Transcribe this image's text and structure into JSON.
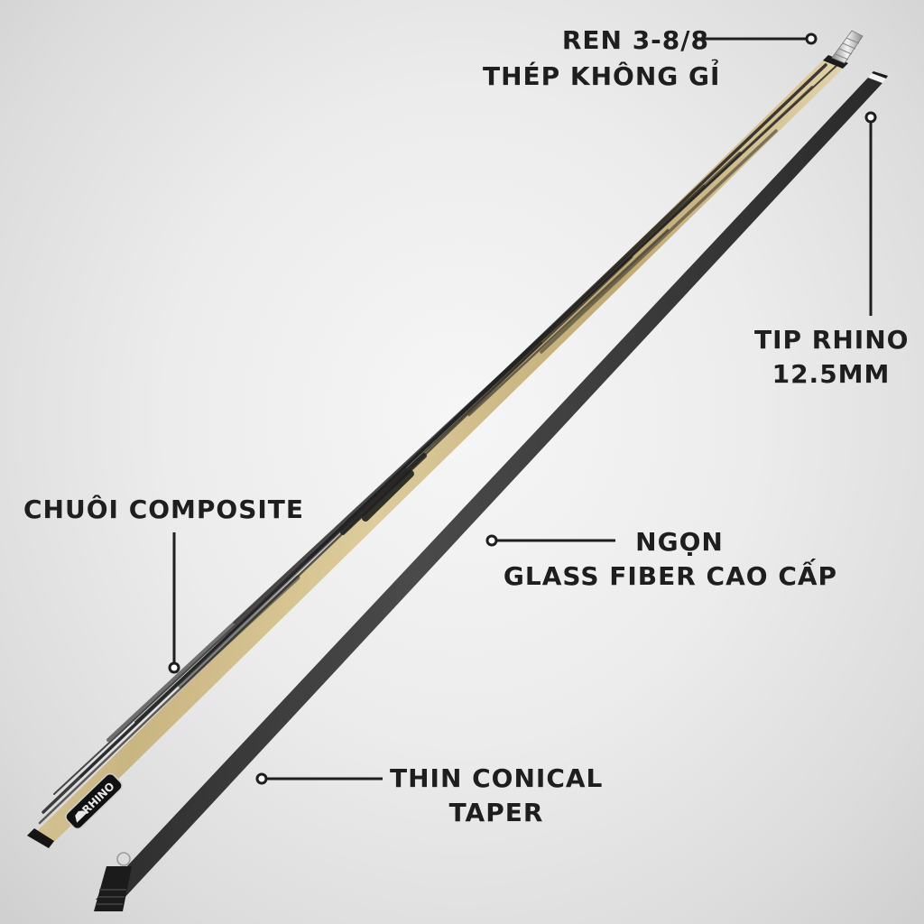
{
  "colors": {
    "background": "#e8e8e8",
    "label_text": "#1e1e1e",
    "butt_wood_light": "#d8c69a",
    "butt_wood_dark": "#2a2a2a",
    "shaft": "#3a3a3a",
    "ferrule": "#f2f2f2"
  },
  "labels": {
    "joint_line1": "REN 3-8/8",
    "joint_line2": "THÉP KHÔNG GỈ",
    "tip_line1": "TIP RHINO",
    "tip_line2": "12.5MM",
    "butt": "CHUÔI COMPOSITE",
    "shaft_line1": "NGỌN",
    "shaft_line2": "GLASS FIBER CAO CẤP",
    "taper_line1": "THIN CONICAL",
    "taper_line2": "TAPER"
  },
  "brand": {
    "logo_text": "RHINO"
  },
  "icons": {
    "callout_dot": "circle-outline-icon",
    "brand_mark": "rhino-logo-icon"
  }
}
